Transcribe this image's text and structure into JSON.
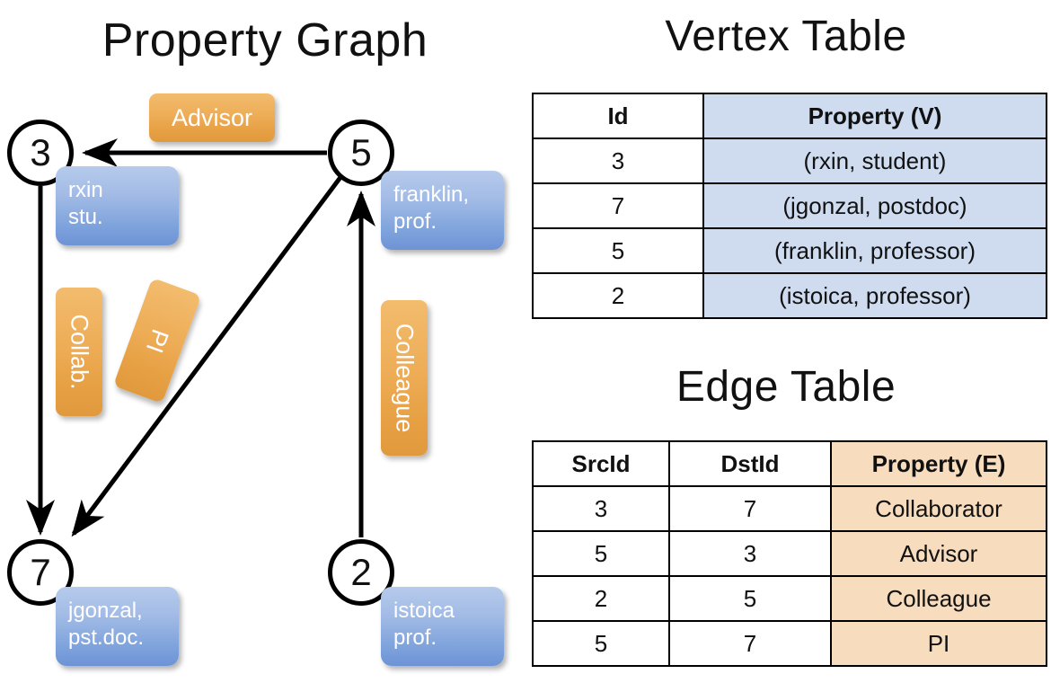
{
  "titles": {
    "property_graph": "Property Graph",
    "vertex_table": "Vertex Table",
    "edge_table": "Edge Table"
  },
  "graph": {
    "vertices": [
      {
        "id": "3",
        "name": "rxin",
        "role": "stu."
      },
      {
        "id": "5",
        "name": "franklin,",
        "role": "prof."
      },
      {
        "id": "7",
        "name": "jgonzal,",
        "role": "pst.doc."
      },
      {
        "id": "2",
        "name": "istoica",
        "role": "prof."
      }
    ],
    "edge_labels": {
      "advisor": "Advisor",
      "collab": "Collab.",
      "pi": "PI",
      "colleague": "Colleague"
    },
    "colors": {
      "vertex_box_top": "#b6caeb",
      "vertex_box_bottom": "#6e93d6",
      "edge_label_top": "#f2bc6e",
      "edge_label_bottom": "#e09a3d",
      "stroke": "#000000"
    }
  },
  "vertex_table": {
    "headers": [
      "Id",
      "Property (V)"
    ],
    "rows": [
      [
        "3",
        "(rxin, student)"
      ],
      [
        "7",
        "(jgonzal, postdoc)"
      ],
      [
        "5",
        "(franklin, professor)"
      ],
      [
        "2",
        "(istoica, professor)"
      ]
    ],
    "accent": "#cfdcf0"
  },
  "edge_table": {
    "headers": [
      "SrcId",
      "DstId",
      "Property (E)"
    ],
    "rows": [
      [
        "3",
        "7",
        "Collaborator"
      ],
      [
        "5",
        "3",
        "Advisor"
      ],
      [
        "2",
        "5",
        "Colleague"
      ],
      [
        "5",
        "7",
        "PI"
      ]
    ],
    "accent": "#f7dcbe"
  }
}
